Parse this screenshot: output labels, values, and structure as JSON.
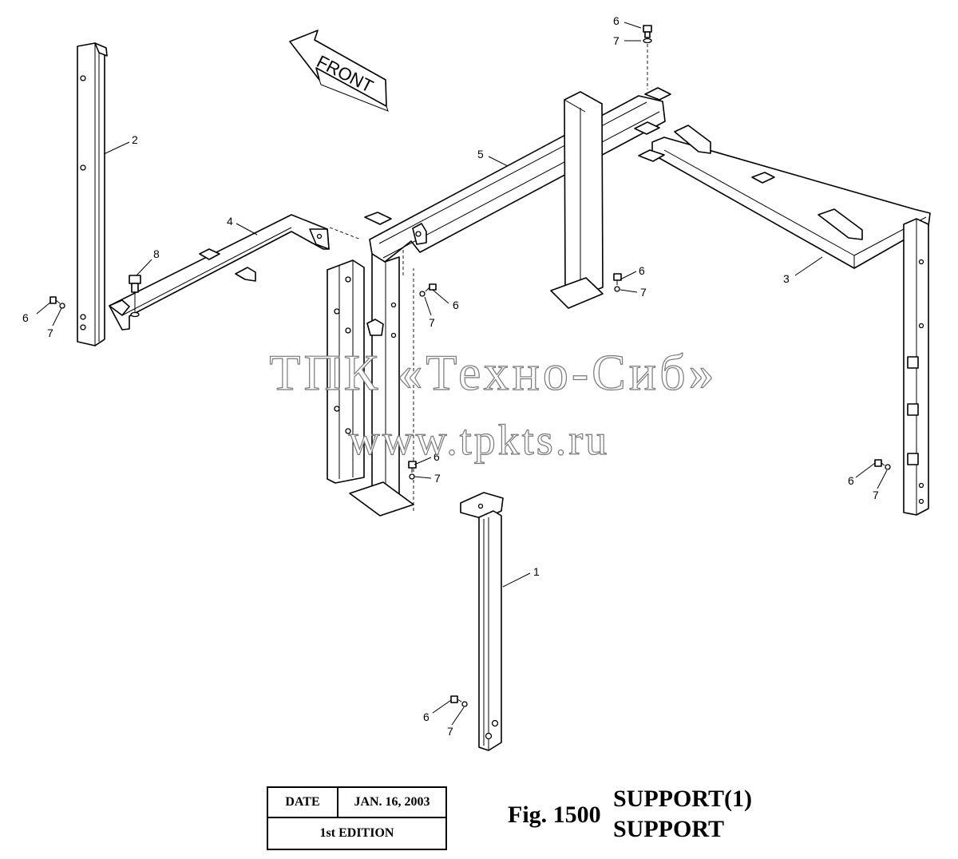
{
  "front_arrow": {
    "label": "FRONT"
  },
  "callouts": [
    {
      "id": "c-6a",
      "text": "6"
    },
    {
      "id": "c-7a",
      "text": "7"
    },
    {
      "id": "c-2",
      "text": "2"
    },
    {
      "id": "c-5",
      "text": "5"
    },
    {
      "id": "c-4",
      "text": "4"
    },
    {
      "id": "c-8",
      "text": "8"
    },
    {
      "id": "c-3",
      "text": "3"
    },
    {
      "id": "c-6b",
      "text": "6"
    },
    {
      "id": "c-7b",
      "text": "7"
    },
    {
      "id": "c-6c",
      "text": "6"
    },
    {
      "id": "c-7c",
      "text": "7"
    },
    {
      "id": "c-6d",
      "text": "6"
    },
    {
      "id": "c-7d",
      "text": "7"
    },
    {
      "id": "c-6e",
      "text": "6"
    },
    {
      "id": "c-7e",
      "text": "7"
    },
    {
      "id": "c-6f",
      "text": "6"
    },
    {
      "id": "c-7f",
      "text": "7"
    },
    {
      "id": "c-1",
      "text": "1"
    },
    {
      "id": "c-6g",
      "text": "6"
    },
    {
      "id": "c-7g",
      "text": "7"
    }
  ],
  "watermark": {
    "line1": "ТПК «Техно-Сиб»",
    "line2": "www.tpkts.ru"
  },
  "title_block": {
    "date_label": "DATE",
    "date_value": "JAN. 16, 2003",
    "edition": "1st EDITION"
  },
  "figure": {
    "number": "Fig. 1500",
    "title_line1": "SUPPORT(1)",
    "title_line2": "SUPPORT"
  }
}
